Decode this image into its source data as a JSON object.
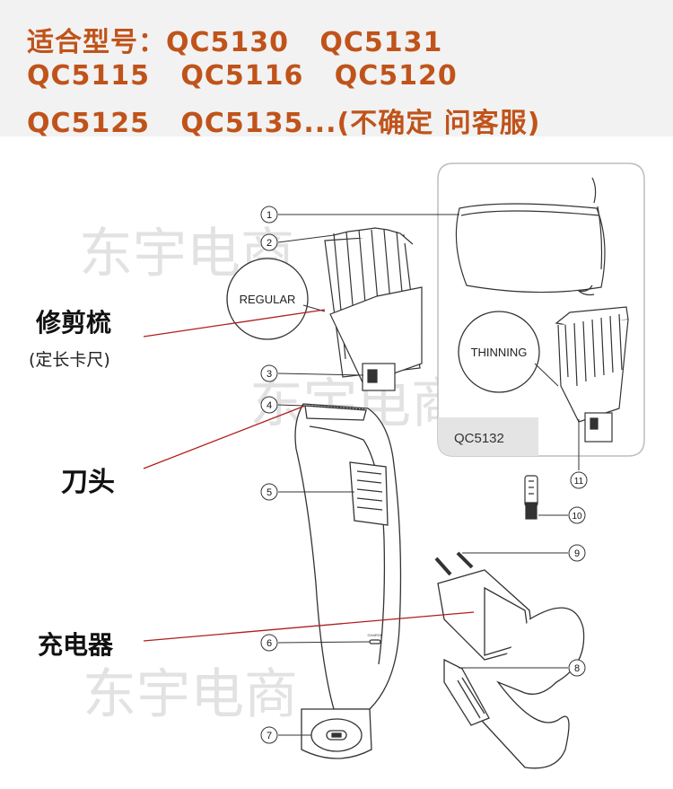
{
  "header": {
    "lines": [
      "适合型号：QC5130   QC5131",
      "QC5115   QC5116   QC5120",
      "QC5125   QC5135...(不确定 问客服)"
    ],
    "color": "#c0531a"
  },
  "callouts": {
    "regular": "REGULAR",
    "thinning": "THINNING",
    "model_tag": "QC5132",
    "charge": "CHARGE"
  },
  "side_labels": {
    "comb": "修剪梳",
    "comb_sub": "(定长卡尺)",
    "blade": "刀头",
    "charger": "充电器"
  },
  "part_numbers": [
    "1",
    "2",
    "3",
    "4",
    "5",
    "6",
    "7",
    "8",
    "9",
    "10",
    "11"
  ],
  "watermark": "东宇电商",
  "colors": {
    "leader_red": "#b01e1e",
    "line": "#333333",
    "grey_panel": "#e4e4e4"
  }
}
